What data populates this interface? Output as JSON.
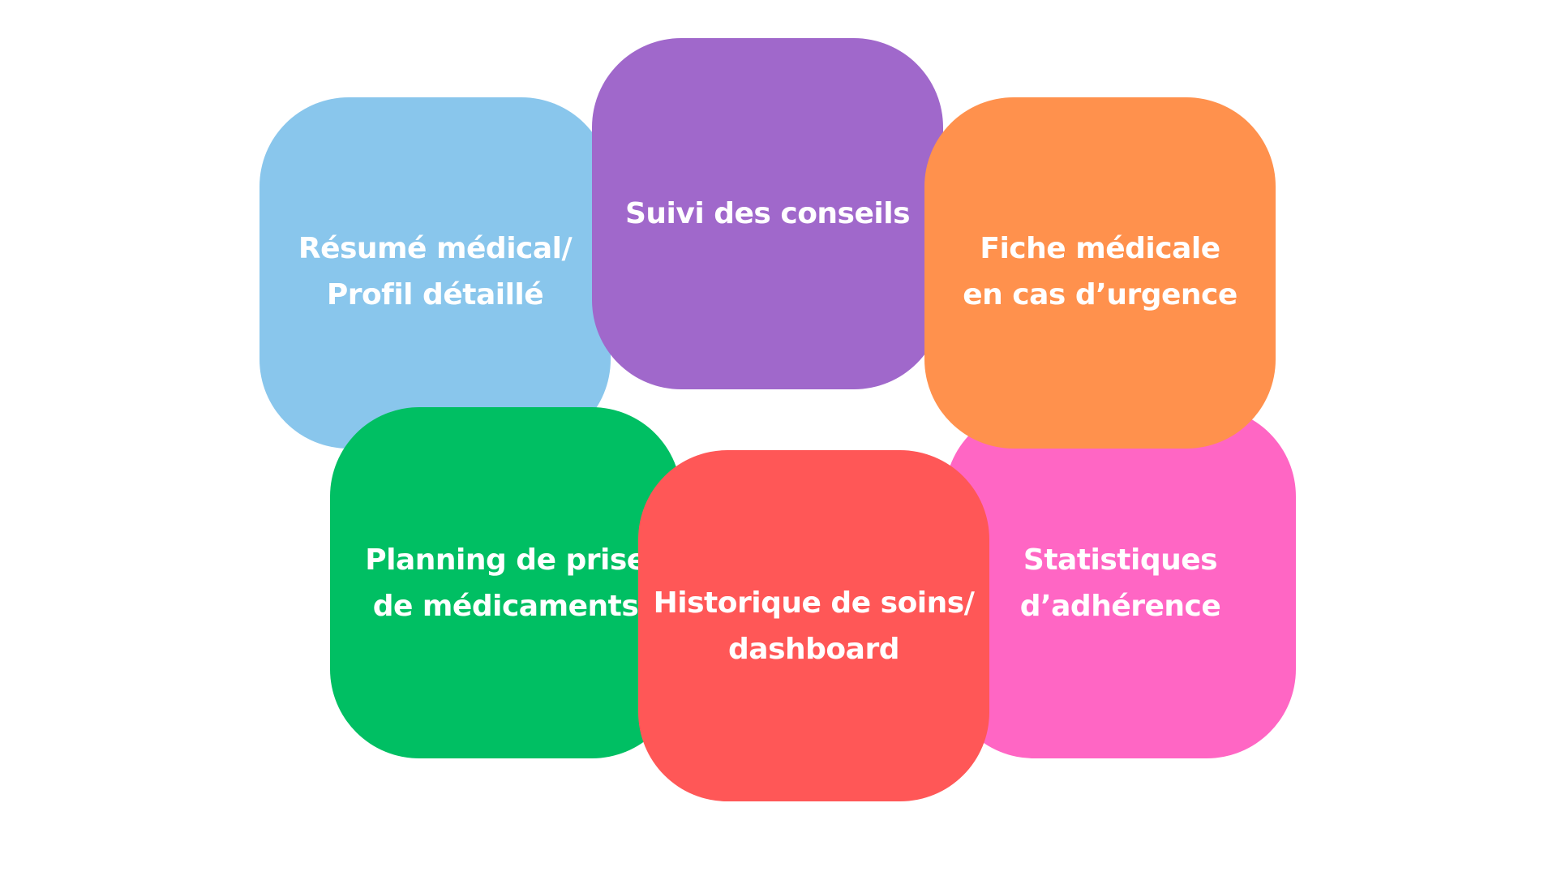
{
  "colors": {
    "resume": "#89C6EC",
    "suivi": "#A068CB",
    "fiche": "#FF914D",
    "stats": "#FF66C4",
    "planning": "#00BF63",
    "historique": "#FF5757"
  },
  "tiles": {
    "resume": {
      "line1": "Résumé médical/",
      "line2": "Profil détaillé"
    },
    "suivi": {
      "line1": "Suivi des conseils"
    },
    "fiche": {
      "line1": "Fiche médicale",
      "line2": "en cas d’urgence"
    },
    "stats": {
      "line1": "Statistiques",
      "line2": "d’adhérence"
    },
    "planning": {
      "line1": "Planning de prise",
      "line2": "de médicaments"
    },
    "historique": {
      "line1": "Historique de soins/",
      "line2": "dashboard"
    }
  }
}
